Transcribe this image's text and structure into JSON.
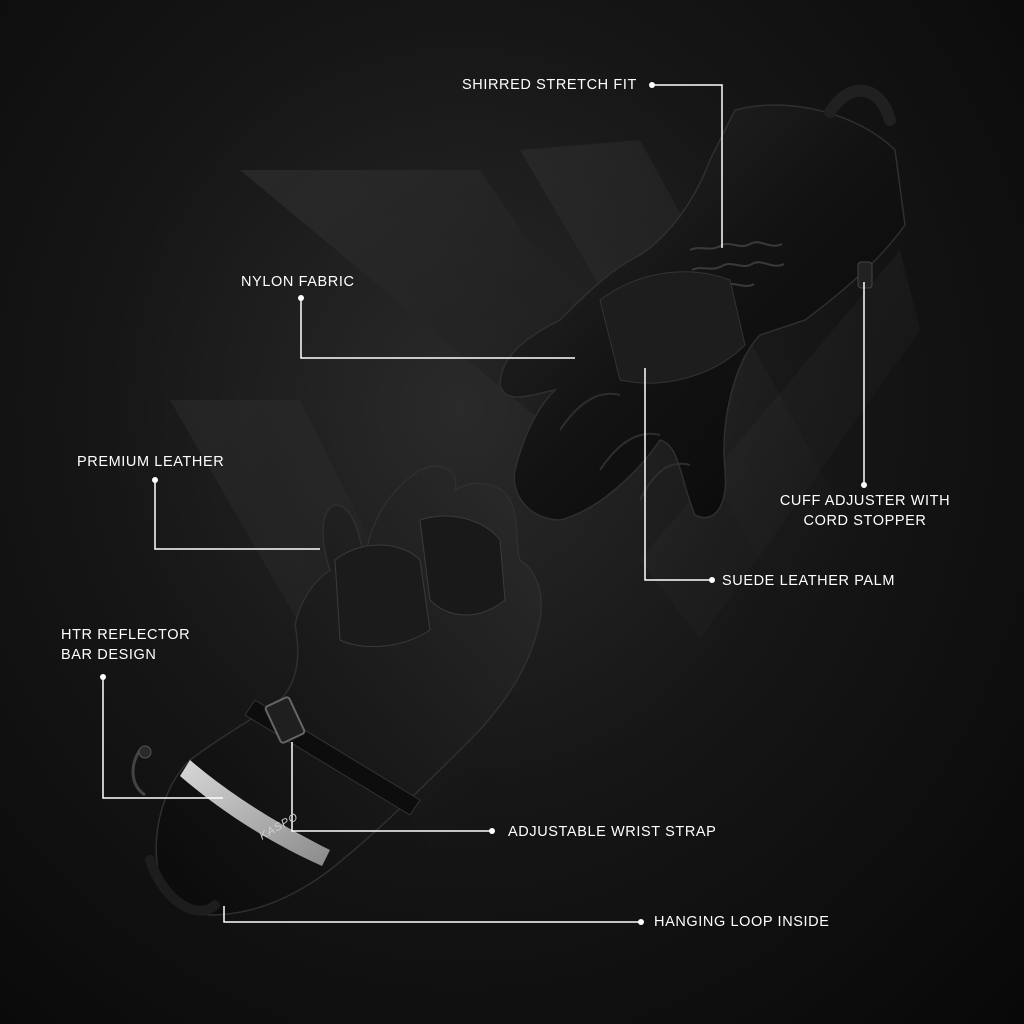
{
  "callouts": {
    "shirred": "SHIRRED STRETCH FIT",
    "nylon": "NYLON FABRIC",
    "premium_leather": "PREMIUM LEATHER",
    "htr_line1": "HTR REFLECTOR",
    "htr_line2": "BAR DESIGN",
    "cuff_line1": "CUFF ADJUSTER WITH",
    "cuff_line2": "CORD STOPPER",
    "suede": "SUEDE LEATHER PALM",
    "wrist_strap": "ADJUSTABLE WRIST STRAP",
    "hanging_loop": "HANGING LOOP INSIDE"
  },
  "brand": {
    "glove_logo": "KASPO"
  },
  "colors": {
    "background": "#111111",
    "accent_line": "#ffffff",
    "glove": "#141414",
    "reflector": "#b9b9b9"
  }
}
